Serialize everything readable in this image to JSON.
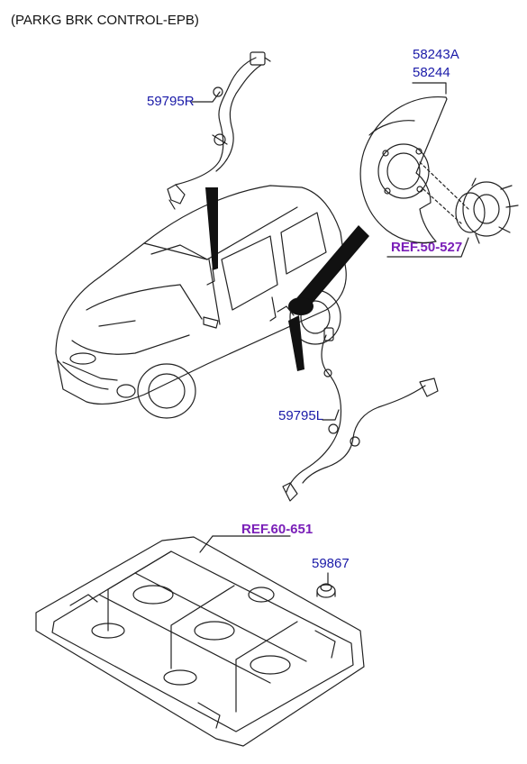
{
  "header": {
    "title": "(PARKG BRK CONTROL-EPB)"
  },
  "parts": [
    {
      "id": "part-58243a",
      "label": "58243A"
    },
    {
      "id": "part-58244",
      "label": "58244"
    },
    {
      "id": "part-59795r",
      "label": "59795R"
    },
    {
      "id": "part-59795l",
      "label": "59795L"
    },
    {
      "id": "part-59867",
      "label": "59867"
    }
  ],
  "refs": [
    {
      "id": "ref-50-527",
      "label": "REF.50-527"
    },
    {
      "id": "ref-60-651",
      "label": "REF.60-651"
    }
  ],
  "colors": {
    "part_label": "#1a1aa8",
    "ref_label": "#7a1fb8",
    "line": "#222222"
  }
}
